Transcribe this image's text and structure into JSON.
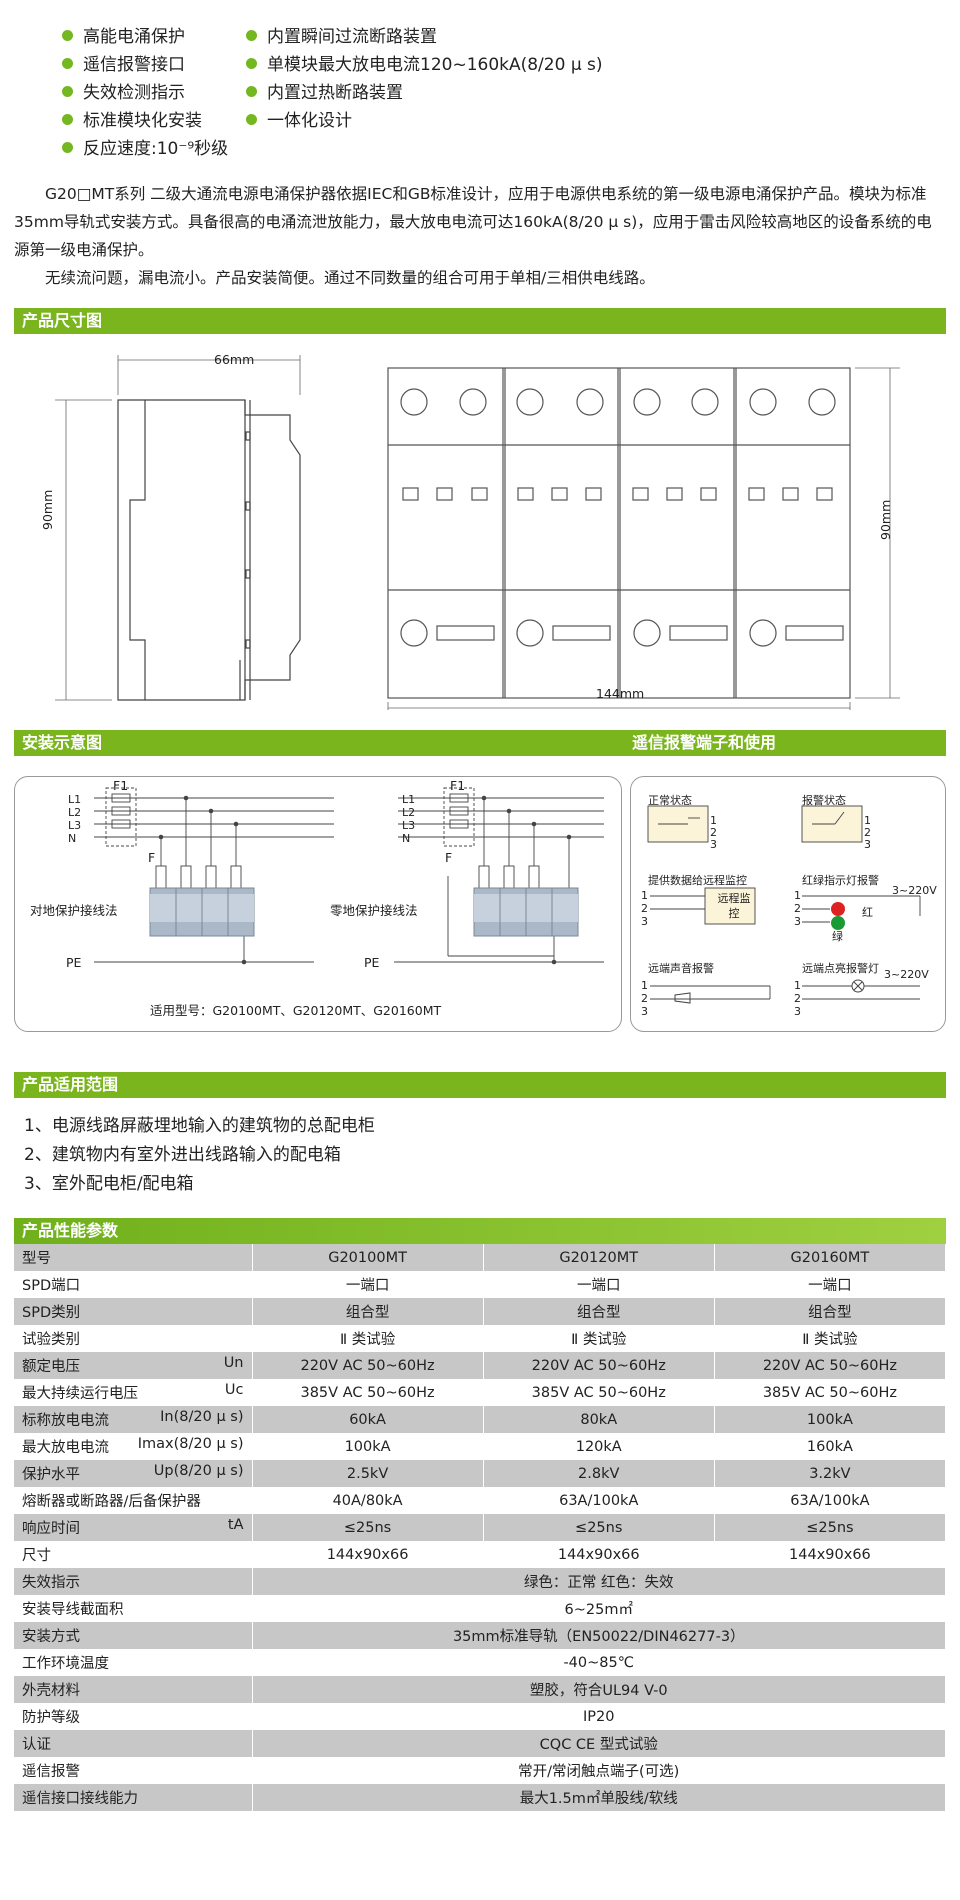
{
  "features": [
    {
      "text": "高能电涌保护"
    },
    {
      "text": "内置瞬间过流断路装置"
    },
    {
      "text": "遥信报警接口"
    },
    {
      "text": "单模块最大放电电流120~160kA(8/20 μ s)"
    },
    {
      "text": "失效检测指示"
    },
    {
      "text": "内置过热断路装置"
    },
    {
      "text": "标准模块化安装"
    },
    {
      "text": "一体化设计"
    },
    {
      "text": "反应速度:10⁻⁹秒级"
    }
  ],
  "intro": {
    "p1": "G20□MT系列 二级大通流电源电涌保护器依据IEC和GB标准设计，应用于电源供电系统的第一级电源电涌保护产品。模块为标准35mm导轨式安装方式。具备很高的电涌流泄放能力，最大放电电流可达160kA(8/20 μ s)，应用于雷击风险较高地区的设备系统的电源第一级电涌保护。",
    "p2": "无续流问题，漏电流小。产品安装简便。通过不同数量的组合可用于单相/三相供电线路。"
  },
  "sections": {
    "dimensions": "产品尺寸图",
    "install": "安装示意图",
    "remote": "遥信报警端子和使用",
    "applications": "产品适用范围",
    "specs": "产品性能参数"
  },
  "dimensions": {
    "side_width": "66mm",
    "side_height": "90mm",
    "front_width": "144mm",
    "front_height": "90mm"
  },
  "install": {
    "lines": [
      "L1",
      "L2",
      "L3",
      "N"
    ],
    "fuse1": "F1",
    "fuse2": "F",
    "pe": "PE",
    "method_ground": "对地保护接线法",
    "method_neutral": "零地保护接线法",
    "models": "适用型号：G20100MT、G20120MT、G20160MT"
  },
  "remote": {
    "normal": "正常状态",
    "alarm": "报警状态",
    "data": "提供数据给远程监控",
    "monitor": "远程监控",
    "lamp": "红绿指示灯报警",
    "red": "红",
    "green": "绿",
    "voltage": "3~220V",
    "sound": "远端声音报警",
    "light": "远端点亮报警灯",
    "terms": [
      "1",
      "2",
      "3"
    ]
  },
  "applications": [
    "1、电源线路屏蔽埋地输入的建筑物的总配电柜",
    "2、建筑物内有室外进出线路输入的配电箱",
    "3、室外配电柜/配电箱"
  ],
  "specs": {
    "header": {
      "label": "型号",
      "m1": "G20100MT",
      "m2": "G20120MT",
      "m3": "G20160MT"
    },
    "rows": [
      {
        "label": "SPD端口",
        "sym": "",
        "m1": "一端口",
        "m2": "一端口",
        "m3": "一端口"
      },
      {
        "label": "SPD类别",
        "sym": "",
        "m1": "组合型",
        "m2": "组合型",
        "m3": "组合型"
      },
      {
        "label": "试验类别",
        "sym": "",
        "m1": "Ⅱ 类试验",
        "m2": "Ⅱ 类试验",
        "m3": "Ⅱ 类试验"
      },
      {
        "label": "额定电压",
        "sym": "Un",
        "m1": "220V AC 50~60Hz",
        "m2": "220V AC 50~60Hz",
        "m3": "220V AC 50~60Hz"
      },
      {
        "label": "最大持续运行电压",
        "sym": "Uc",
        "m1": "385V AC 50~60Hz",
        "m2": "385V AC 50~60Hz",
        "m3": "385V AC 50~60Hz"
      },
      {
        "label": "标称放电电流",
        "sym": "In(8/20 μ s)",
        "m1": "60kA",
        "m2": "80kA",
        "m3": "100kA"
      },
      {
        "label": "最大放电电流",
        "sym": "Imax(8/20 μ s)",
        "m1": "100kA",
        "m2": "120kA",
        "m3": "160kA"
      },
      {
        "label": "保护水平",
        "sym": "Up(8/20 μ s)",
        "m1": "2.5kV",
        "m2": "2.8kV",
        "m3": "3.2kV"
      },
      {
        "label": "熔断器或断路器/后备保护器",
        "sym": "",
        "m1": "40A/80kA",
        "m2": "63A/100kA",
        "m3": "63A/100kA"
      },
      {
        "label": "响应时间",
        "sym": "tA",
        "m1": "≤25ns",
        "m2": "≤25ns",
        "m3": "≤25ns"
      },
      {
        "label": "尺寸",
        "sym": "",
        "m1": "144x90x66",
        "m2": "144x90x66",
        "m3": "144x90x66"
      }
    ],
    "merged": [
      {
        "label": "失效指示",
        "value": "绿色：正常    红色：失效"
      },
      {
        "label": "安装导线截面积",
        "value": "6~25m㎡"
      },
      {
        "label": "安装方式",
        "value": "35mm标准导轨（EN50022/DIN46277-3）"
      },
      {
        "label": "工作环境温度",
        "value": "-40~85℃"
      },
      {
        "label": "外壳材料",
        "value": "塑胶，符合UL94  V-0"
      },
      {
        "label": "防护等级",
        "value": "IP20"
      },
      {
        "label": "认证",
        "value": "CQC    CE    型式试验"
      },
      {
        "label": "遥信报警",
        "value": "常开/常闭触点端子(可选)"
      },
      {
        "label": "遥信接口接线能力",
        "value": "最大1.5m㎡单股线/软线"
      }
    ]
  }
}
